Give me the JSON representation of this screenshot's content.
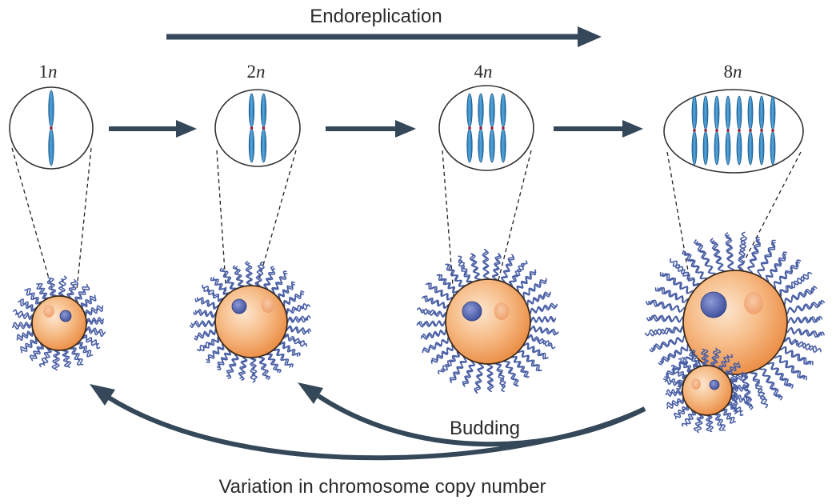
{
  "top_label": "Endoreplication",
  "ploidy_unit": "n",
  "stages": [
    {
      "number": "1",
      "chromatids": 1
    },
    {
      "number": "2",
      "chromatids": 2
    },
    {
      "number": "4",
      "chromatids": 4
    },
    {
      "number": "8",
      "chromatids": 8
    }
  ],
  "budding_label": "Budding",
  "bottom_label": "Variation in chromosome copy number",
  "colors": {
    "arrow": "#34485a",
    "chromosome": "#3d8fc9",
    "centromere": "#9c1d2f",
    "cell": "#f0a05e",
    "cell_highlight": "#fde6cf",
    "cell_outline": "#3a2a1c",
    "nucleus": "#4f63b0",
    "nucleolus": "#f2a877",
    "cilia": "#4a5fa5"
  }
}
